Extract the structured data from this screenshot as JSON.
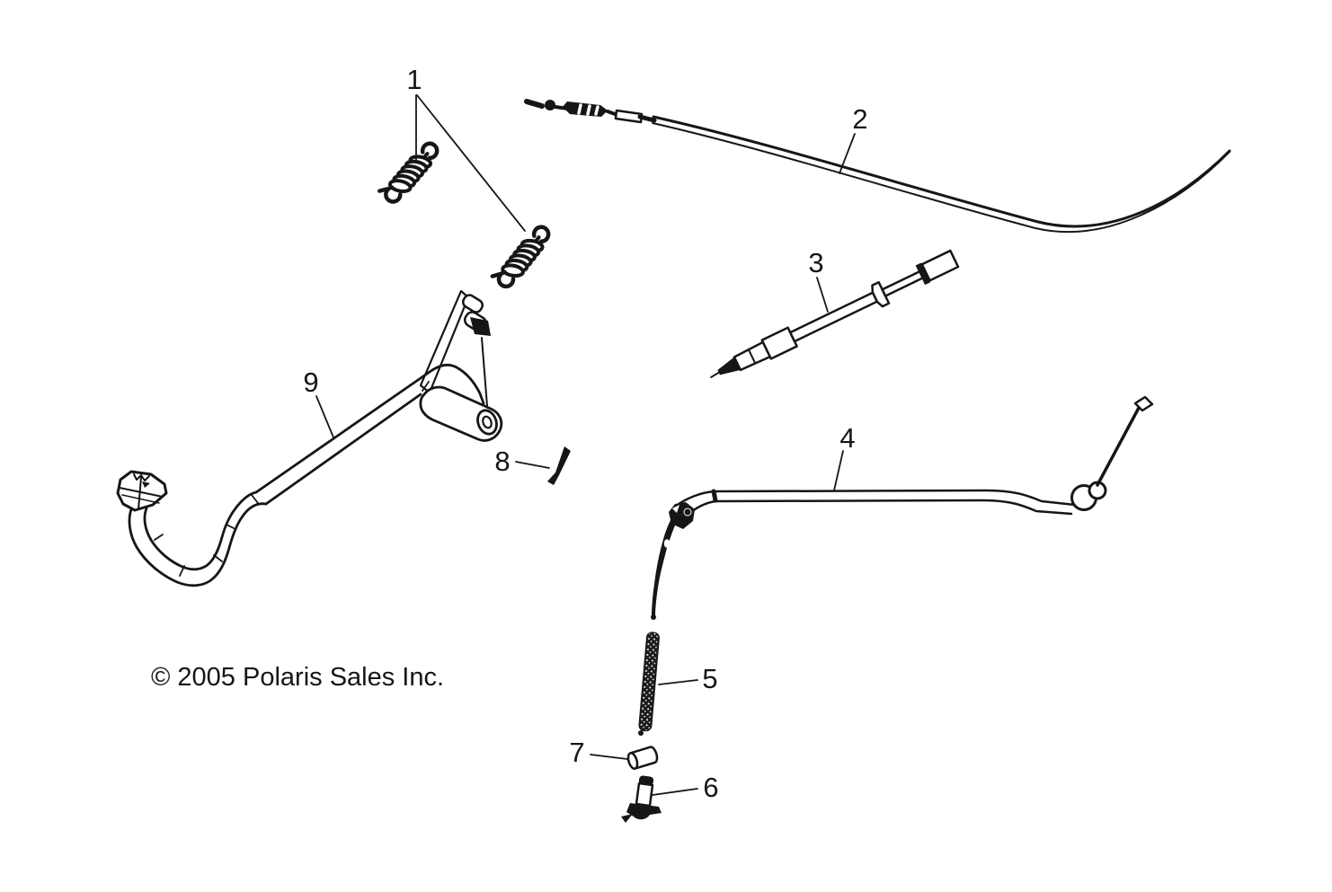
{
  "diagram": {
    "background_color": "#ffffff",
    "ink_color": "#161616",
    "copyright": "© 2005 Polaris Sales Inc.",
    "callouts": {
      "c1": {
        "label": "1"
      },
      "c2": {
        "label": "2"
      },
      "c3": {
        "label": "3"
      },
      "c4": {
        "label": "4"
      },
      "c5": {
        "label": "5"
      },
      "c6": {
        "label": "6"
      },
      "c7": {
        "label": "7"
      },
      "c8": {
        "label": "8"
      },
      "c9": {
        "label": "9"
      }
    }
  }
}
